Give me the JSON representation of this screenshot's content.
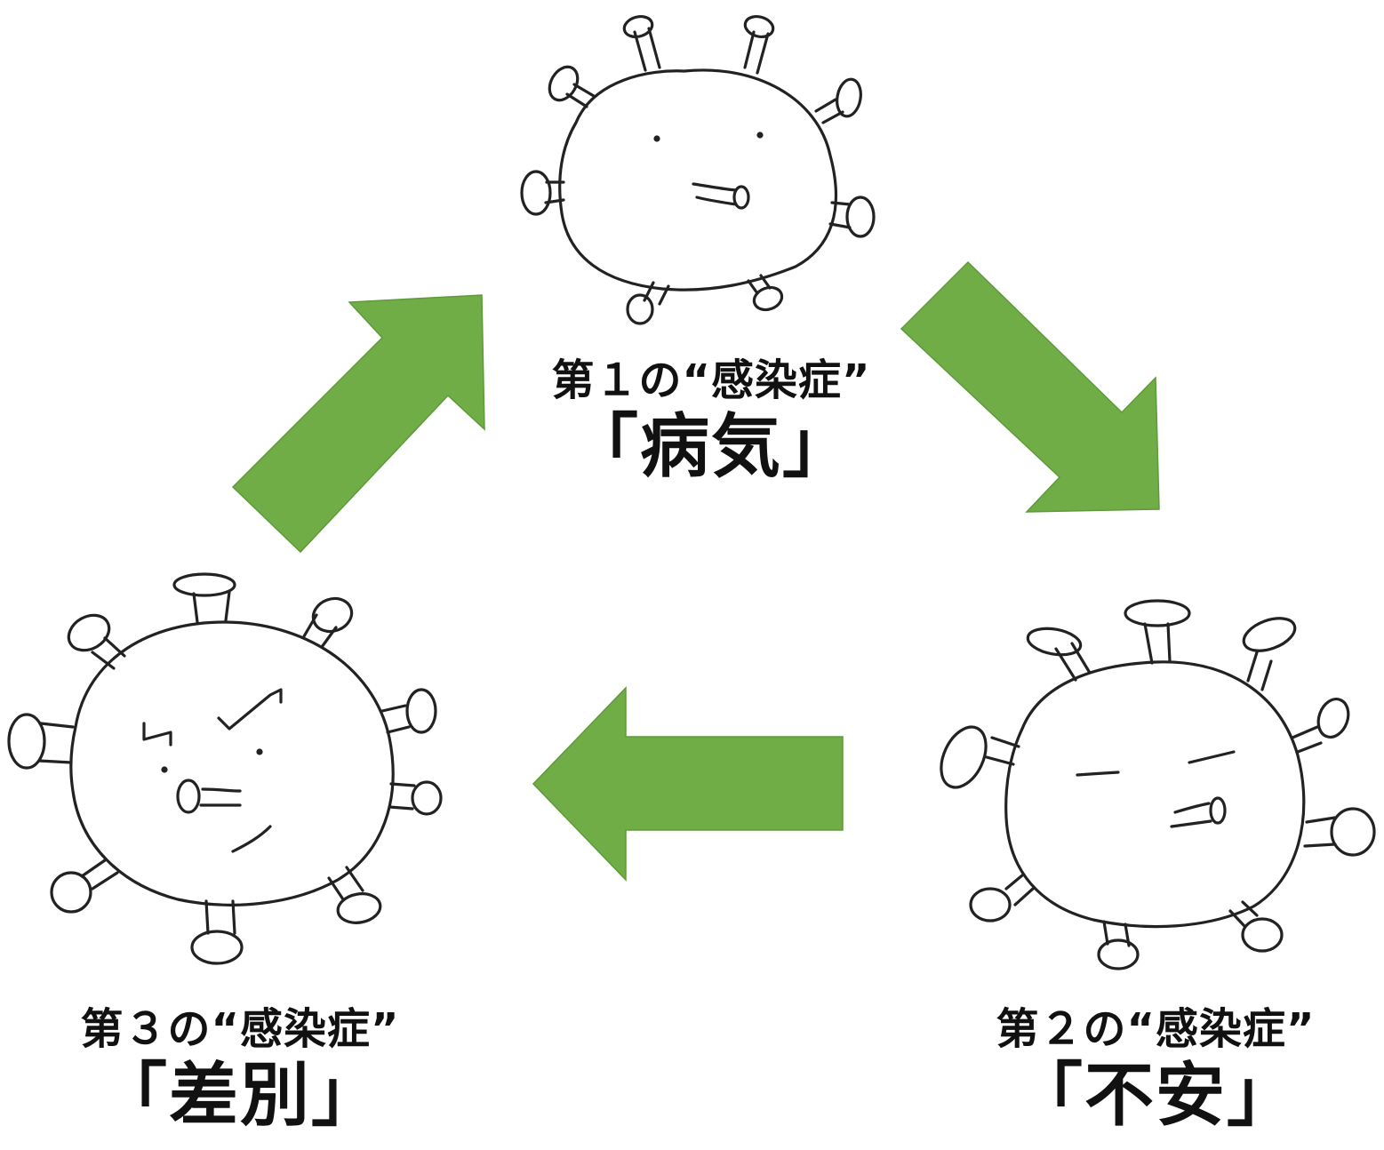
{
  "colors": {
    "arrow_fill": "#70ad47",
    "arrow_stroke": "#5f9a3a",
    "ink": "#222222",
    "text": "#111111",
    "background": "#ffffff"
  },
  "icons": [
    "virus-sick-face-icon",
    "virus-anxious-face-icon",
    "virus-angry-face-icon",
    "green-arrow-icon"
  ],
  "stages": [
    {
      "sub": "第１の“感染症”",
      "main": "「病気」",
      "icon": "virus-sick-face-icon"
    },
    {
      "sub": "第２の“感染症”",
      "main": "「不安」",
      "icon": "virus-anxious-face-icon"
    },
    {
      "sub": "第３の“感染症”",
      "main": "「差別」",
      "icon": "virus-angry-face-icon"
    }
  ]
}
